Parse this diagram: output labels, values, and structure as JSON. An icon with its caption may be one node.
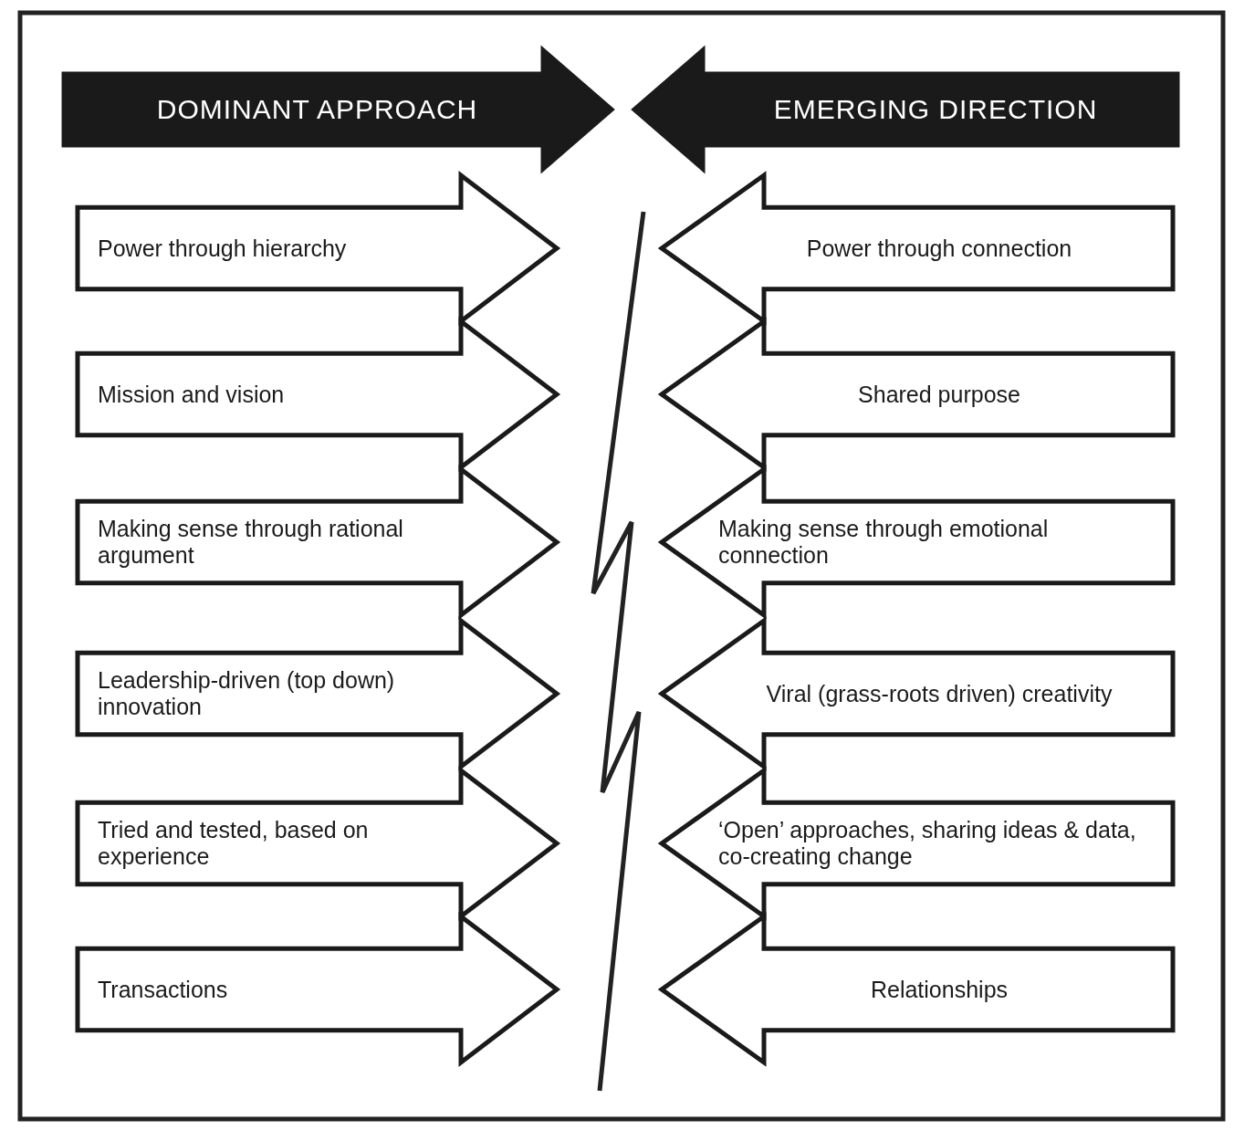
{
  "diagram": {
    "nodes": [
      {
        "text": [
          "DOMINANT APPROACH"
        ]
      },
      {
        "text": [
          "EMERGING DIRECTION"
        ]
      },
      {
        "text": [
          "Power through hierarchy"
        ]
      },
      {
        "text": [
          "Power through connection"
        ]
      },
      {
        "text": [
          "Mission and vision"
        ]
      },
      {
        "text": [
          "Shared purpose"
        ]
      },
      {
        "text": [
          "Making sense through rational argument"
        ]
      },
      {
        "text": [
          "Making sense through emotional connection"
        ]
      },
      {
        "text": [
          "Leadership-driven (top down) innovation"
        ]
      },
      {
        "text": [
          "Viral (grass-roots driven) creativity"
        ]
      },
      {
        "text": [
          "Tried and tested, based on experience"
        ]
      },
      {
        "text": [
          "‘Open’ approaches, sharing ideas & data, co-creating change"
        ]
      },
      {
        "text": [
          "Transactions"
        ]
      },
      {
        "text": [
          "Relationships"
        ]
      }
    ]
  }
}
